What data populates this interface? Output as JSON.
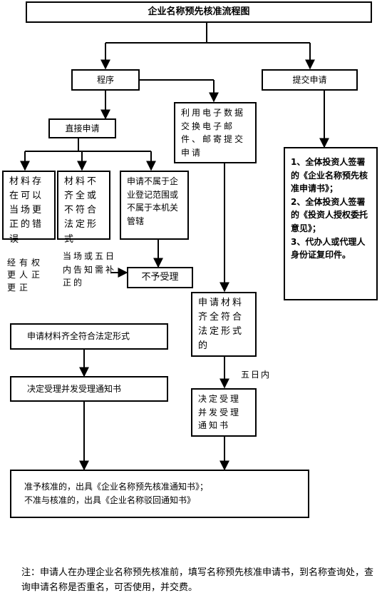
{
  "title": "企业名称预先核准流程图",
  "nodes": {
    "procedure": "程序",
    "submit": "提交申请",
    "direct": "直接申请",
    "electronic": "利用电子数据交换电子邮件、邮寄提交申请",
    "materials": "1、全体投资人签署的《企业名称预先核准申请书》；\n2、全体投资人签署的《投资人授权委托意见》；\n3、代办人或代理人身份证复印件。",
    "onsite_fix": "材料存在可以当场更正的错误",
    "incomplete": "材料不齐全或不符合法定形式",
    "not_scope": "申请不属于企业登记范围或不属于本机关管辖",
    "reject": "不予受理",
    "elec_complete": "申请材料齐全符合法定形式的",
    "complete": "申请材料齐全符合法定形式",
    "accept_left": "决定受理并发受理通知书",
    "accept_right": "决定受理并发受理通知书",
    "result": "准予核准的，出具《企业名称预先核准通知书》；\n不准与核准的，出具《企业名称驳回通知书》"
  },
  "annotations": {
    "corrected": "经有权更人正更正",
    "notify": "当场或五日内告知需补正的",
    "five_days": "五日内"
  },
  "note": "注：申请人在办理企业名称预先核准前，填写名称预先核准申请书，到名称查询处，查询申请名称是否重名，可否使用，并交费。"
}
